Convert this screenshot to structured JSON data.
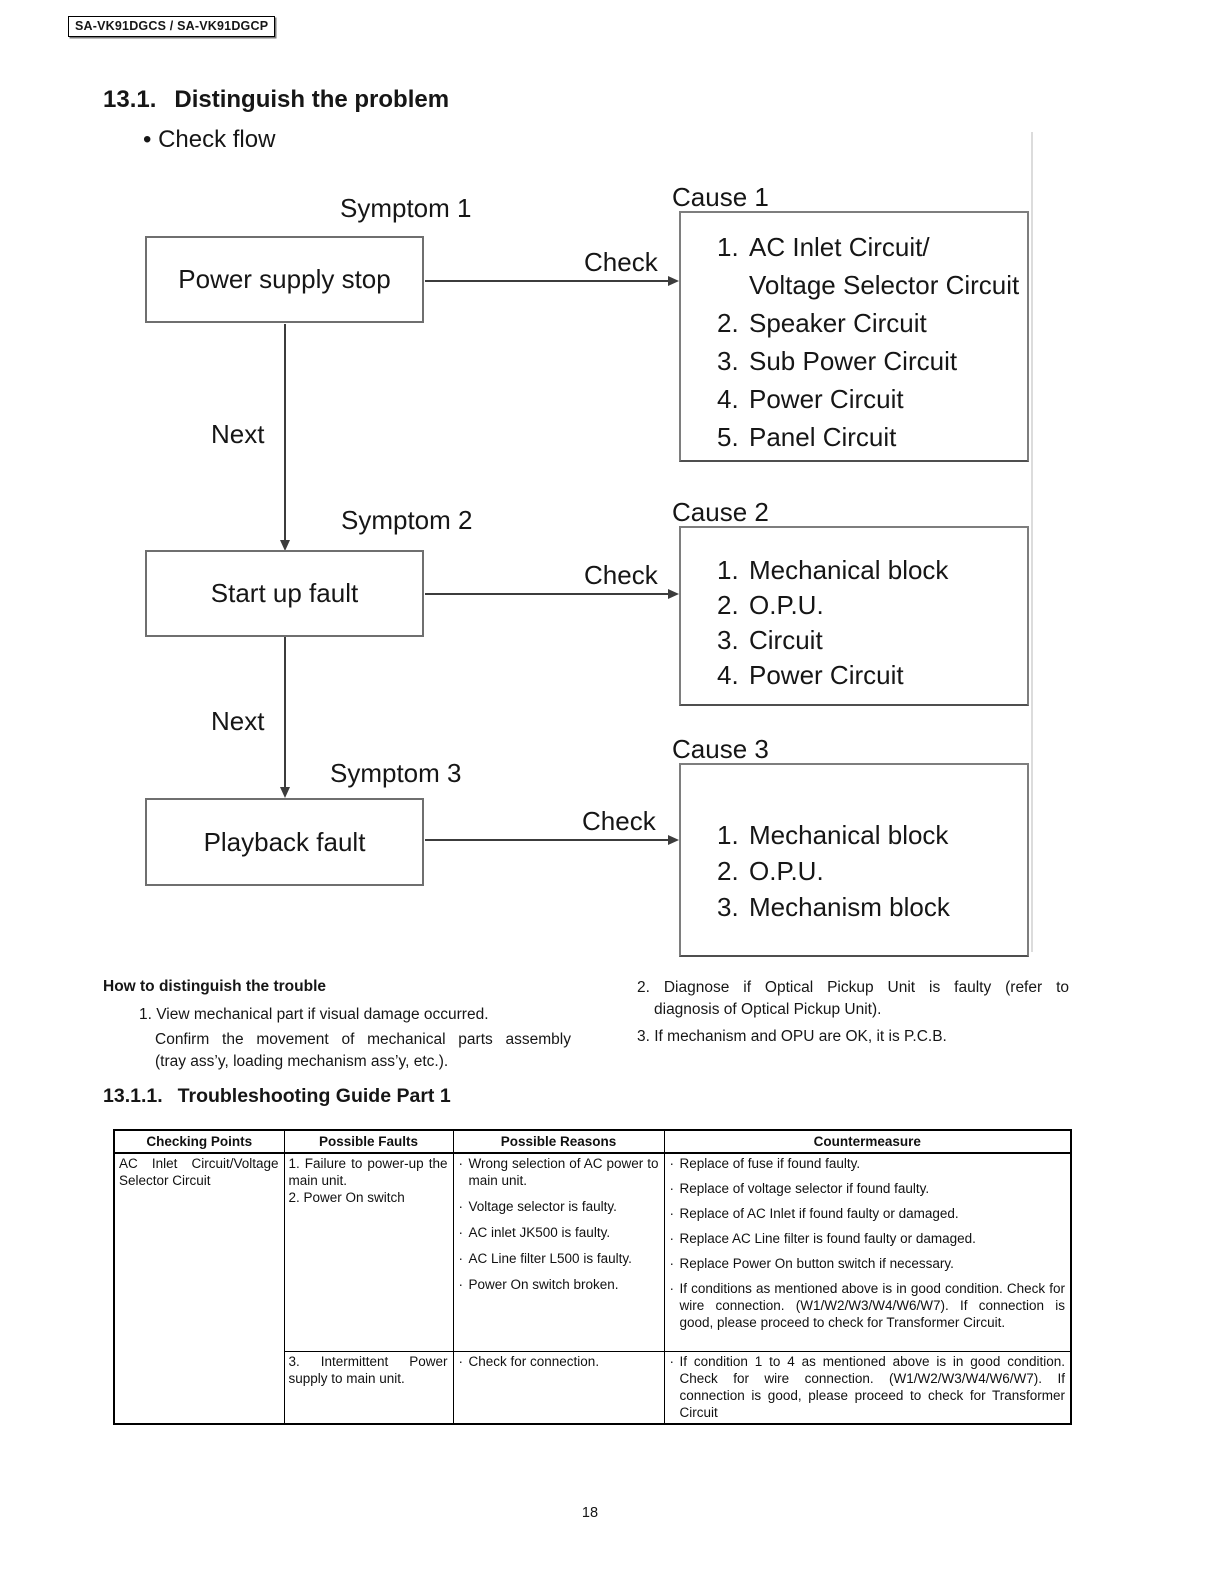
{
  "header": {
    "model_badge": "SA-VK91DGCS / SA-VK91DGCP"
  },
  "title": {
    "number": "13.1.",
    "text": "Distinguish the problem"
  },
  "check_flow_bullet": "• Check flow",
  "flowchart": {
    "next_label": "Next",
    "rows": [
      {
        "symptom_label": "Symptom 1",
        "box_label": "Power supply stop",
        "check_label": "Check",
        "cause_label": "Cause 1",
        "cause_items": [
          {
            "num": "1.",
            "text": "AC Inlet Circuit/\nVoltage Selector Circuit"
          },
          {
            "num": "2.",
            "text": "Speaker Circuit"
          },
          {
            "num": "3.",
            "text": "Sub Power Circuit"
          },
          {
            "num": "4.",
            "text": "Power Circuit"
          },
          {
            "num": "5.",
            "text": "Panel Circuit"
          }
        ]
      },
      {
        "symptom_label": "Symptom 2",
        "box_label": "Start up fault",
        "check_label": "Check",
        "cause_label": "Cause 2",
        "cause_items": [
          {
            "num": "1.",
            "text": "Mechanical block"
          },
          {
            "num": "2.",
            "text": "O.P.U."
          },
          {
            "num": "3.",
            "text": "Circuit"
          },
          {
            "num": "4.",
            "text": "Power Circuit"
          }
        ]
      },
      {
        "symptom_label": "Symptom 3",
        "box_label": "Playback fault",
        "check_label": "Check",
        "cause_label": "Cause 3",
        "cause_items": [
          {
            "num": "1.",
            "text": "Mechanical block"
          },
          {
            "num": "2.",
            "text": "O.P.U."
          },
          {
            "num": "3.",
            "text": "Mechanism block"
          }
        ]
      }
    ]
  },
  "howto": {
    "heading": "How to distinguish the trouble",
    "item1": "1. View mechanical part if visual damage occurred.",
    "note_line1": "Confirm the movement of mechanical parts assembly",
    "note_line2": "(tray ass’y, loading mechanism ass’y, etc.).",
    "item2_line1": "2. Diagnose if Optical Pickup Unit is faulty (refer to",
    "item2_line2": "diagnosis of Optical Pickup Unit).",
    "item3": "3. If mechanism and OPU are OK, it is P.C.B."
  },
  "guide": {
    "number": "13.1.1.",
    "text": "Troubleshooting Guide Part 1",
    "table": {
      "headers": [
        "Checking Points",
        "Possible Faults",
        "Possible Reasons",
        "Countermeasure"
      ],
      "checking_point": "AC Inlet Circuit/Voltage Selector Circuit",
      "row1": {
        "faults": [
          "1. Failure to power-up the main unit.",
          "2. Power On switch"
        ],
        "reasons": [
          "Wrong selection of AC power to main unit.",
          "Voltage selector is faulty.",
          "AC inlet JK500 is faulty.",
          "AC Line filter L500 is faulty.",
          "Power On switch broken."
        ],
        "countermeasures": [
          "Replace of fuse if found faulty.",
          "Replace of voltage selector if found faulty.",
          "Replace of AC Inlet if found faulty or damaged.",
          "Replace AC Line filter is found faulty or damaged.",
          "Replace Power On button switch if necessary.",
          "If conditions as mentioned above is in good condition. Check for wire connection. (W1/W2/W3/W4/W6/W7). If connection is good, please proceed to check for Transformer Circuit."
        ]
      },
      "row2": {
        "faults": [
          "3. Intermittent Power supply to main unit."
        ],
        "reasons": [
          "Check for connection."
        ],
        "countermeasures": [
          "If condition 1 to 4 as mentioned above is in good condition. Check for wire connection. (W1/W2/W3/W4/W6/W7). If connection is good, please proceed to check for Transformer Circuit"
        ]
      }
    }
  },
  "footer": {
    "page_number": "18"
  }
}
